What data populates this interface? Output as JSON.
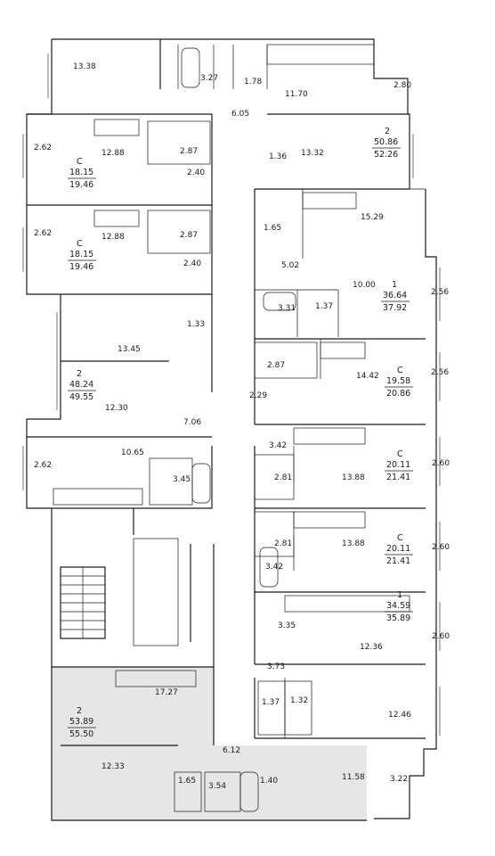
{
  "apartments": [
    {
      "id": "apt-top",
      "rooms": "2",
      "area_living": "50.86",
      "area_total": "52.26"
    },
    {
      "id": "apt-c1",
      "rooms": "C",
      "area_living": "18.15",
      "area_total": "19.46"
    },
    {
      "id": "apt-c2",
      "rooms": "C",
      "area_living": "18.15",
      "area_total": "19.46"
    },
    {
      "id": "apt-r1",
      "rooms": "1",
      "area_living": "36.64",
      "area_total": "37.92"
    },
    {
      "id": "apt-l2",
      "rooms": "2",
      "area_living": "48.24",
      "area_total": "49.55"
    },
    {
      "id": "apt-c3",
      "rooms": "C",
      "area_living": "19.58",
      "area_total": "20.86"
    },
    {
      "id": "apt-c4",
      "rooms": "C",
      "area_living": "20.11",
      "area_total": "21.41"
    },
    {
      "id": "apt-c5",
      "rooms": "C",
      "area_living": "20.11",
      "area_total": "21.41"
    },
    {
      "id": "apt-r2",
      "rooms": "1",
      "area_living": "34.59",
      "area_total": "35.89"
    },
    {
      "id": "apt-b2",
      "rooms": "2",
      "area_living": "53.89",
      "area_total": "55.50"
    }
  ],
  "room_areas": [
    "13.38",
    "3.27",
    "1.78",
    "11.70",
    "2.80",
    "6.05",
    "2.62",
    "12.88",
    "2.87",
    "2.40",
    "1.36",
    "13.32",
    "2.62",
    "12.88",
    "2.87",
    "2.40",
    "1.65",
    "15.29",
    "5.02",
    "10.00",
    "2.56",
    "3.31",
    "1.37",
    "1.33",
    "13.45",
    "2.87",
    "2.56",
    "14.42",
    "2.29",
    "12.30",
    "7.06",
    "3.42",
    "2.62",
    "10.65",
    "3.45",
    "2.81",
    "13.88",
    "2.60",
    "2.81",
    "13.88",
    "3.42",
    "2.60",
    "3.35",
    "12.36",
    "2.60",
    "3.73",
    "1.37",
    "1.32",
    "12.46",
    "17.27",
    "6.12",
    "12.33",
    "1.65",
    "3.54",
    "1.40",
    "11.58",
    "3.22"
  ]
}
